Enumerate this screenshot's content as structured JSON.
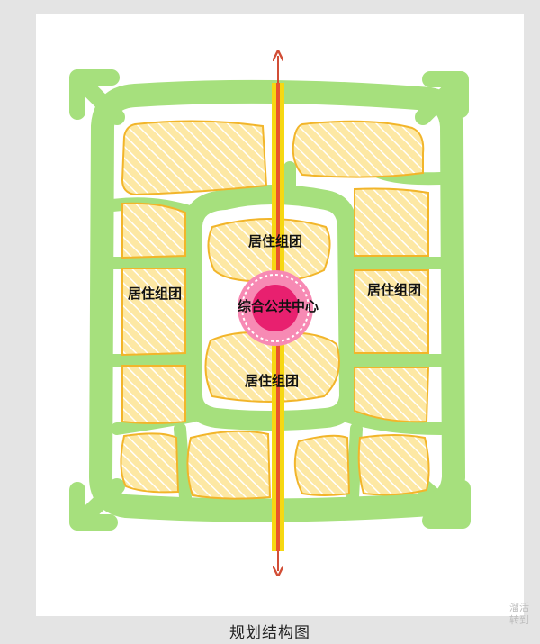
{
  "title": "规划结构图",
  "labels": {
    "residential_top": "居住组团",
    "residential_left": "居住组团",
    "residential_right": "居住组团",
    "residential_bottom": "居住组团",
    "public_center": "综合公共中心"
  },
  "watermark": {
    "line1": "溜活",
    "line2": "转到"
  },
  "colors": {
    "green_belt": "#a6e07d",
    "parcel_fill": "#fde8a4",
    "parcel_stroke": "#f2b52a",
    "axis_yellow": "#f6d812",
    "axis_red": "#e8542e",
    "center_magenta": "#e8206f",
    "center_halo": "#f78ab4",
    "arrow": "#d24e36"
  }
}
